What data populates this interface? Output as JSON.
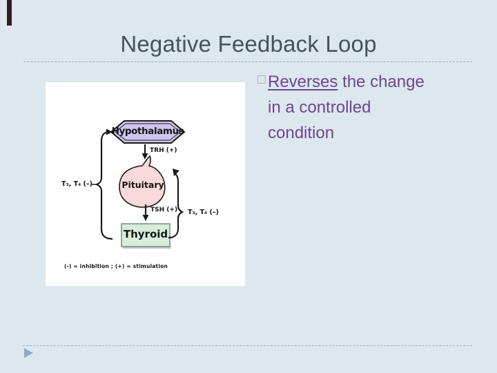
{
  "slide": {
    "title": "Negative Feedback Loop"
  },
  "bullet": {
    "line1_underlined": "Reverses",
    "line1_rest": " the change",
    "line2": "in a controlled",
    "line3": "condition"
  },
  "diagram": {
    "nodes": {
      "hypothalamus": "Hypothalamus",
      "pituitary": "Pituitary",
      "thyroid": "Thyroid"
    },
    "arrows": {
      "trh": "TRH (+)",
      "tsh": "TSH (+)"
    },
    "feedback_left": "T₃, T₄ (–)",
    "feedback_right": "T₃, T₄ (–)",
    "legend": "(-) = inhibition ; (+) = stimulation"
  },
  "icons": {
    "bullet": "hollow-square-icon",
    "nav": "play-triangle-icon"
  },
  "colors": {
    "background": "#dde8ee",
    "title_text": "#46525c",
    "bullet_text": "#6f4492",
    "dashed_rule": "#9fb0b8",
    "accent_bar": "#321c23",
    "nav_triangle": "#8fa9c2",
    "hexagon_fill": "#cdc5ec",
    "pituitary_fill": "#f9d9d9",
    "thyroid_fill": "#d6efdb",
    "diagram_ink": "#1a1a1a"
  }
}
